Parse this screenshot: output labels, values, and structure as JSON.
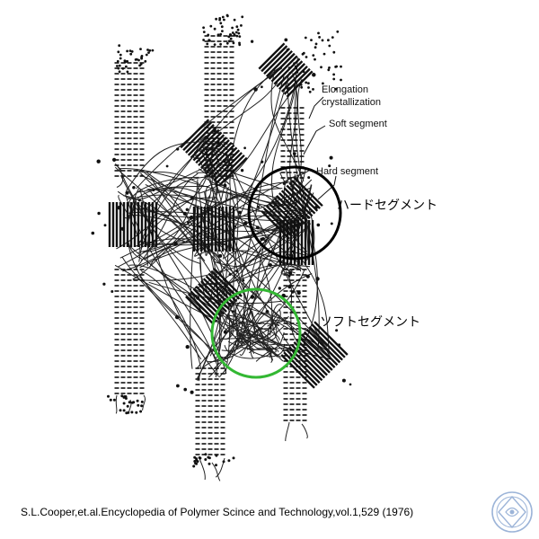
{
  "labels": {
    "elongation": "Elongation",
    "crystallization": "crystallization",
    "soft_segment_en": "Soft segment",
    "hard_segment_en": "Hard segment",
    "hard_segment_jp": "ハードセグメント",
    "soft_segment_jp": "ソフトセグメント"
  },
  "citation": "S.L.Cooper,et.al.Encyclopedia of Polymer Scince and Technology,vol.1,529 (1976)",
  "colors": {
    "hard_highlight": "#000000",
    "soft_highlight": "#33b833",
    "logo": "#9cb4d8"
  },
  "icons": {
    "logo": "circular-seal-logo"
  }
}
